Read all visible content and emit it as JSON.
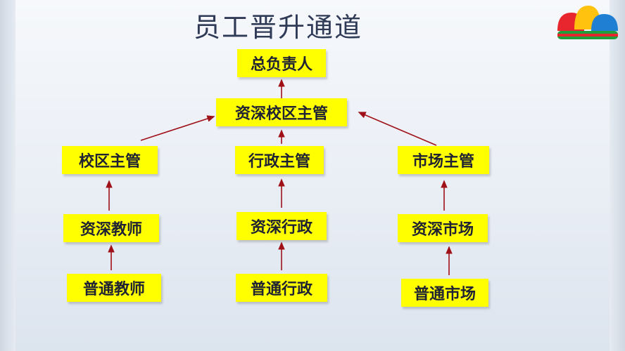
{
  "title": "员工晋升通道",
  "colors": {
    "box": "#ffff00",
    "arrow": "#a01018",
    "title": "#2f3a56"
  },
  "nodes": {
    "head": "总负责人",
    "senior_campus_manager": "资深校区主管",
    "campus_manager": "校区主管",
    "admin_manager": "行政主管",
    "market_manager": "市场主管",
    "senior_teacher": "资深教师",
    "senior_admin": "资深行政",
    "senior_market": "资深市场",
    "teacher": "普通教师",
    "admin": "普通行政",
    "market": "普通市场"
  },
  "logo_icon": "colorful-arch-logo-icon"
}
